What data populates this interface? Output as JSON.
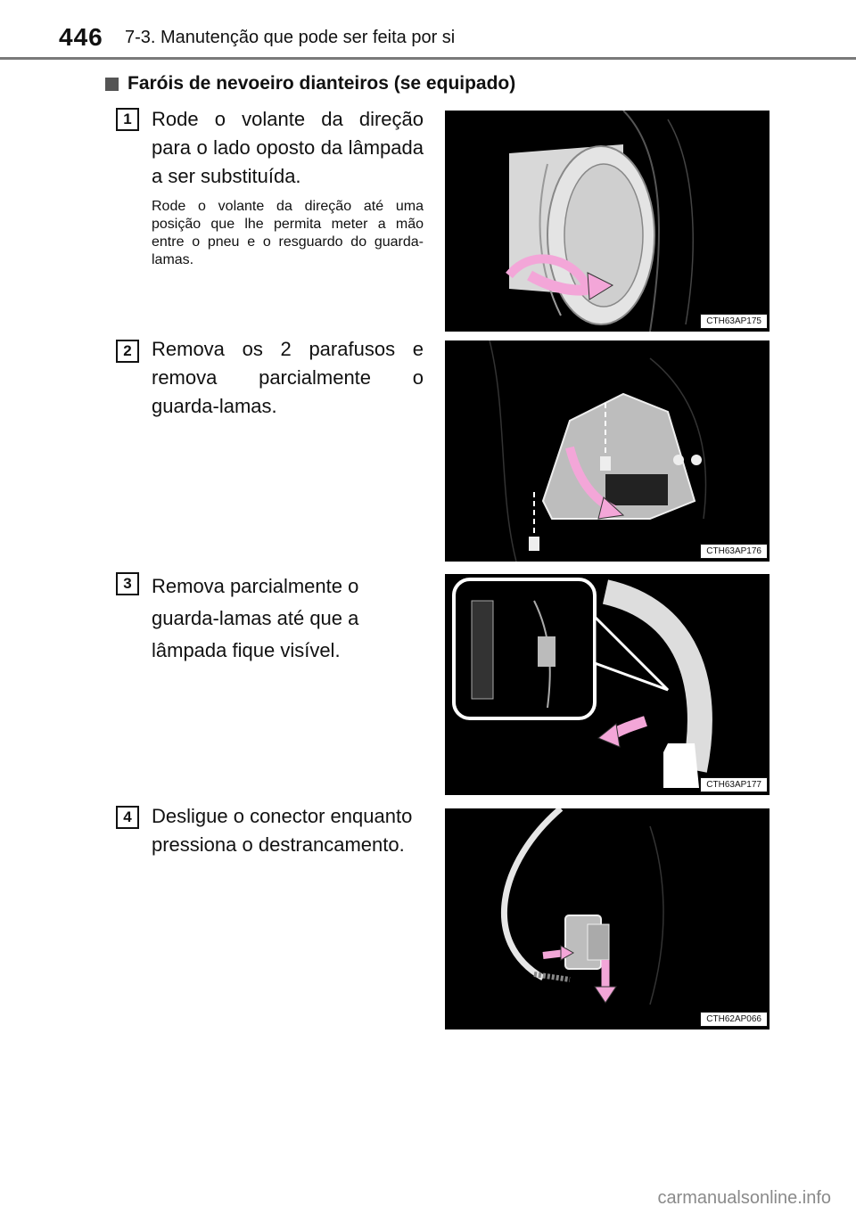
{
  "header": {
    "page_number": "446",
    "section": "7-3. Manutenção que pode ser feita por si"
  },
  "subheading": "Faróis de nevoeiro dianteiros (se equipado)",
  "steps": [
    {
      "number": "1",
      "text": "Rode o volante da direção para o lado oposto da lâmpada a ser substituída.",
      "note": "Rode o volante da direção até uma posição que lhe permita meter a mão entre o pneu e o resguardo do guarda-lamas.",
      "figure_code": "CTH63AP175"
    },
    {
      "number": "2",
      "text": "Remova os 2 parafusos e remova parcialmente o guarda-lamas.",
      "figure_code": "CTH63AP176"
    },
    {
      "number": "3",
      "text": "Remova parcialmente o guarda-lamas até que a lâmpada fique visível.",
      "figure_code": "CTH63AP177"
    },
    {
      "number": "4",
      "text": "Desligue o conector enquanto pressiona o destrancamento.",
      "figure_code": "CTH62AP066"
    }
  ],
  "watermark": "carmanualsonline.info",
  "colors": {
    "arrow_pink": "#f3a6d8",
    "figure_bg": "#000000",
    "line_gray": "#bdbdbd"
  }
}
